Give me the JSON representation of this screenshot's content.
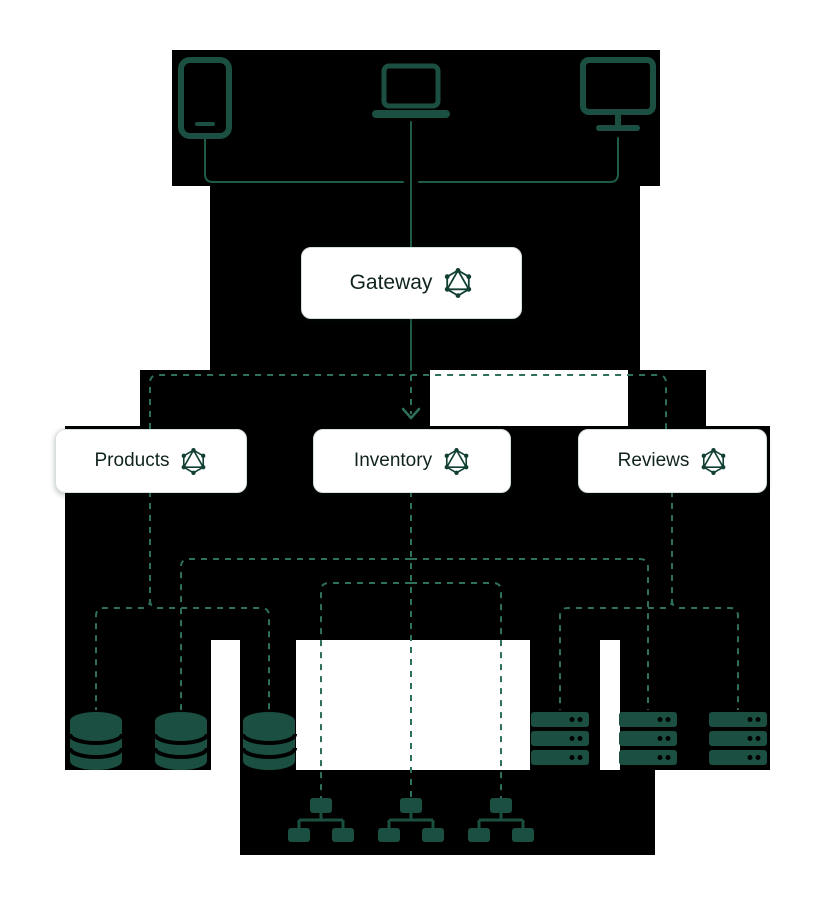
{
  "gateway": {
    "label": "Gateway",
    "icon": "graphql-icon"
  },
  "services": [
    {
      "label": "Products",
      "icon": "graphql-icon"
    },
    {
      "label": "Inventory",
      "icon": "graphql-icon"
    },
    {
      "label": "Reviews",
      "icon": "graphql-icon"
    }
  ],
  "clients": [
    {
      "icon": "tablet-icon"
    },
    {
      "icon": "laptop-icon"
    },
    {
      "icon": "desktop-icon"
    }
  ],
  "resources": [
    {
      "icon": "database-icon",
      "count": 3
    },
    {
      "icon": "server-icon",
      "count": 3
    },
    {
      "icon": "network-icon",
      "count": 3
    }
  ],
  "colors": {
    "icon_teal": "#1b4f41",
    "connector_solid": "#1f5b4a",
    "connector_dashed": "#2f6f5b",
    "logo_dark": "#123f33",
    "box_background": "#ffffff",
    "box_border": "#d7dfdb",
    "label_text": "#10231d",
    "dark_region": "#000000"
  }
}
